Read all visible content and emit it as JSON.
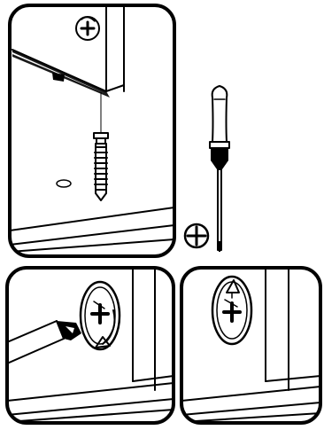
{
  "illustration": {
    "panels": [
      {
        "id": "dowel-screw-into-cabinet-panel"
      },
      {
        "id": "cam-lock-tighten-panel"
      },
      {
        "id": "cam-lock-locked-panel"
      }
    ],
    "tool": {
      "icon": "phillips-screwdriver-icon",
      "tip_symbol": "phillips-cross-icon"
    },
    "colors": {
      "ink": "#000000",
      "background": "#ffffff"
    }
  }
}
